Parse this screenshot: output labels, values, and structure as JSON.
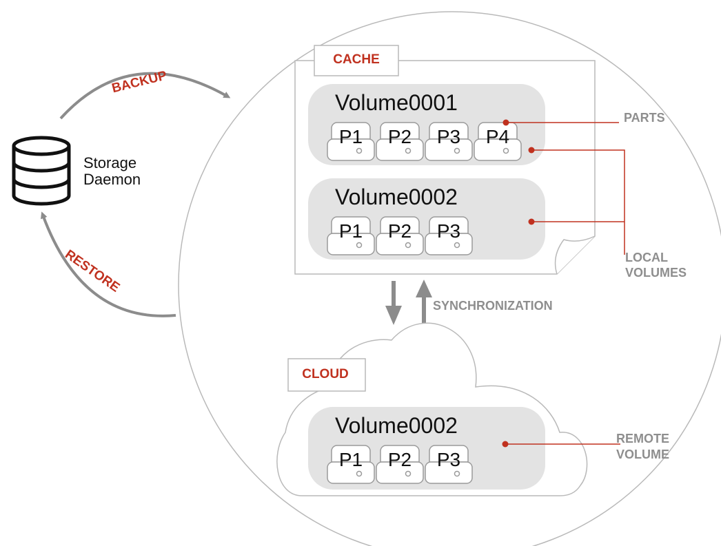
{
  "storage": {
    "line1": "Storage",
    "line2": "Daemon"
  },
  "arrows": {
    "backup": "BACKUP",
    "restore": "RESTORE"
  },
  "cache": {
    "label": "CACHE",
    "volumes": [
      {
        "name": "Volume0001",
        "parts": [
          "P1",
          "P2",
          "P3",
          "P4"
        ]
      },
      {
        "name": "Volume0002",
        "parts": [
          "P1",
          "P2",
          "P3"
        ]
      }
    ]
  },
  "sync": {
    "label": "SYNCHRONIZATION"
  },
  "cloud": {
    "label": "CLOUD",
    "volumes": [
      {
        "name": "Volume0002",
        "parts": [
          "P1",
          "P2",
          "P3"
        ]
      }
    ]
  },
  "callouts": {
    "parts": "PARTS",
    "local_volumes_line1": "LOCAL",
    "local_volumes_line2": "VOLUMES",
    "remote_volume_line1": "REMOTE",
    "remote_volume_line2": "VOLUME"
  },
  "colors": {
    "accent": "#c0311f",
    "callout_text": "#8e8e8e",
    "volume_fill": "#e3e3e3",
    "arrow": "#8c8c8c"
  }
}
